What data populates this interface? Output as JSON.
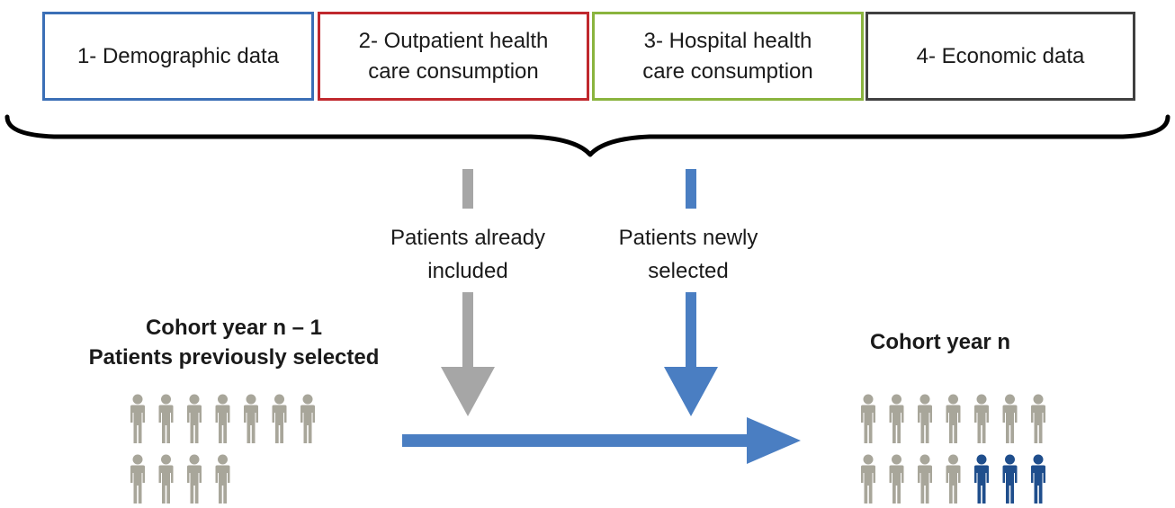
{
  "categories": [
    {
      "id": "box1",
      "lines": [
        "1- Demographic data"
      ],
      "color": "#3b6fb6"
    },
    {
      "id": "box2",
      "lines": [
        "2- Outpatient health",
        "care consumption"
      ],
      "color": "#c0282d"
    },
    {
      "id": "box3",
      "lines": [
        "3- Hospital health",
        "care consumption"
      ],
      "color": "#8ab43e"
    },
    {
      "id": "box4",
      "lines": [
        "4- Economic data"
      ],
      "color": "#404040"
    }
  ],
  "flows": {
    "already": {
      "lines": [
        "Patients already",
        "included"
      ],
      "color": "#a6a6a6"
    },
    "new": {
      "lines": [
        "Patients newly",
        "selected"
      ],
      "color": "#4a7ec2"
    }
  },
  "cohort_prev": {
    "lines": [
      "Cohort year n – 1",
      "Patients previously selected"
    ],
    "patient_count": 11
  },
  "cohort_next": {
    "lines": [
      "Cohort year n"
    ],
    "previous_patient_count": 11,
    "new_patient_count": 3
  },
  "colors": {
    "person_previous": "#a8a69a",
    "person_new": "#1f4e8c",
    "main_arrow": "#4a7ec2",
    "brace": "#000000"
  }
}
